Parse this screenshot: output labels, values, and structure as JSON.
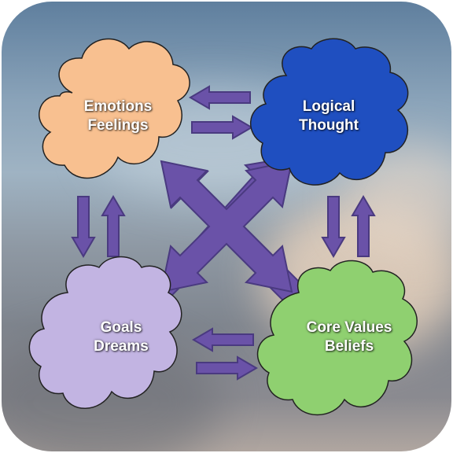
{
  "nodes": {
    "emotions": {
      "line1": "Emotions",
      "line2": "Feelings",
      "color": "#f8c090"
    },
    "logical": {
      "line1": "Logical",
      "line2": "Thought",
      "color": "#1f4fc0"
    },
    "goals": {
      "line1": "Goals",
      "line2": "Dreams",
      "color": "#c2b4e2"
    },
    "core": {
      "line1": "Core Values",
      "line2": "Beliefs",
      "color": "#8fd070"
    }
  },
  "colors": {
    "arrow_fill": "#6a52a8",
    "arrow_stroke": "#4a3a80",
    "cloud_outline": "#222222"
  }
}
